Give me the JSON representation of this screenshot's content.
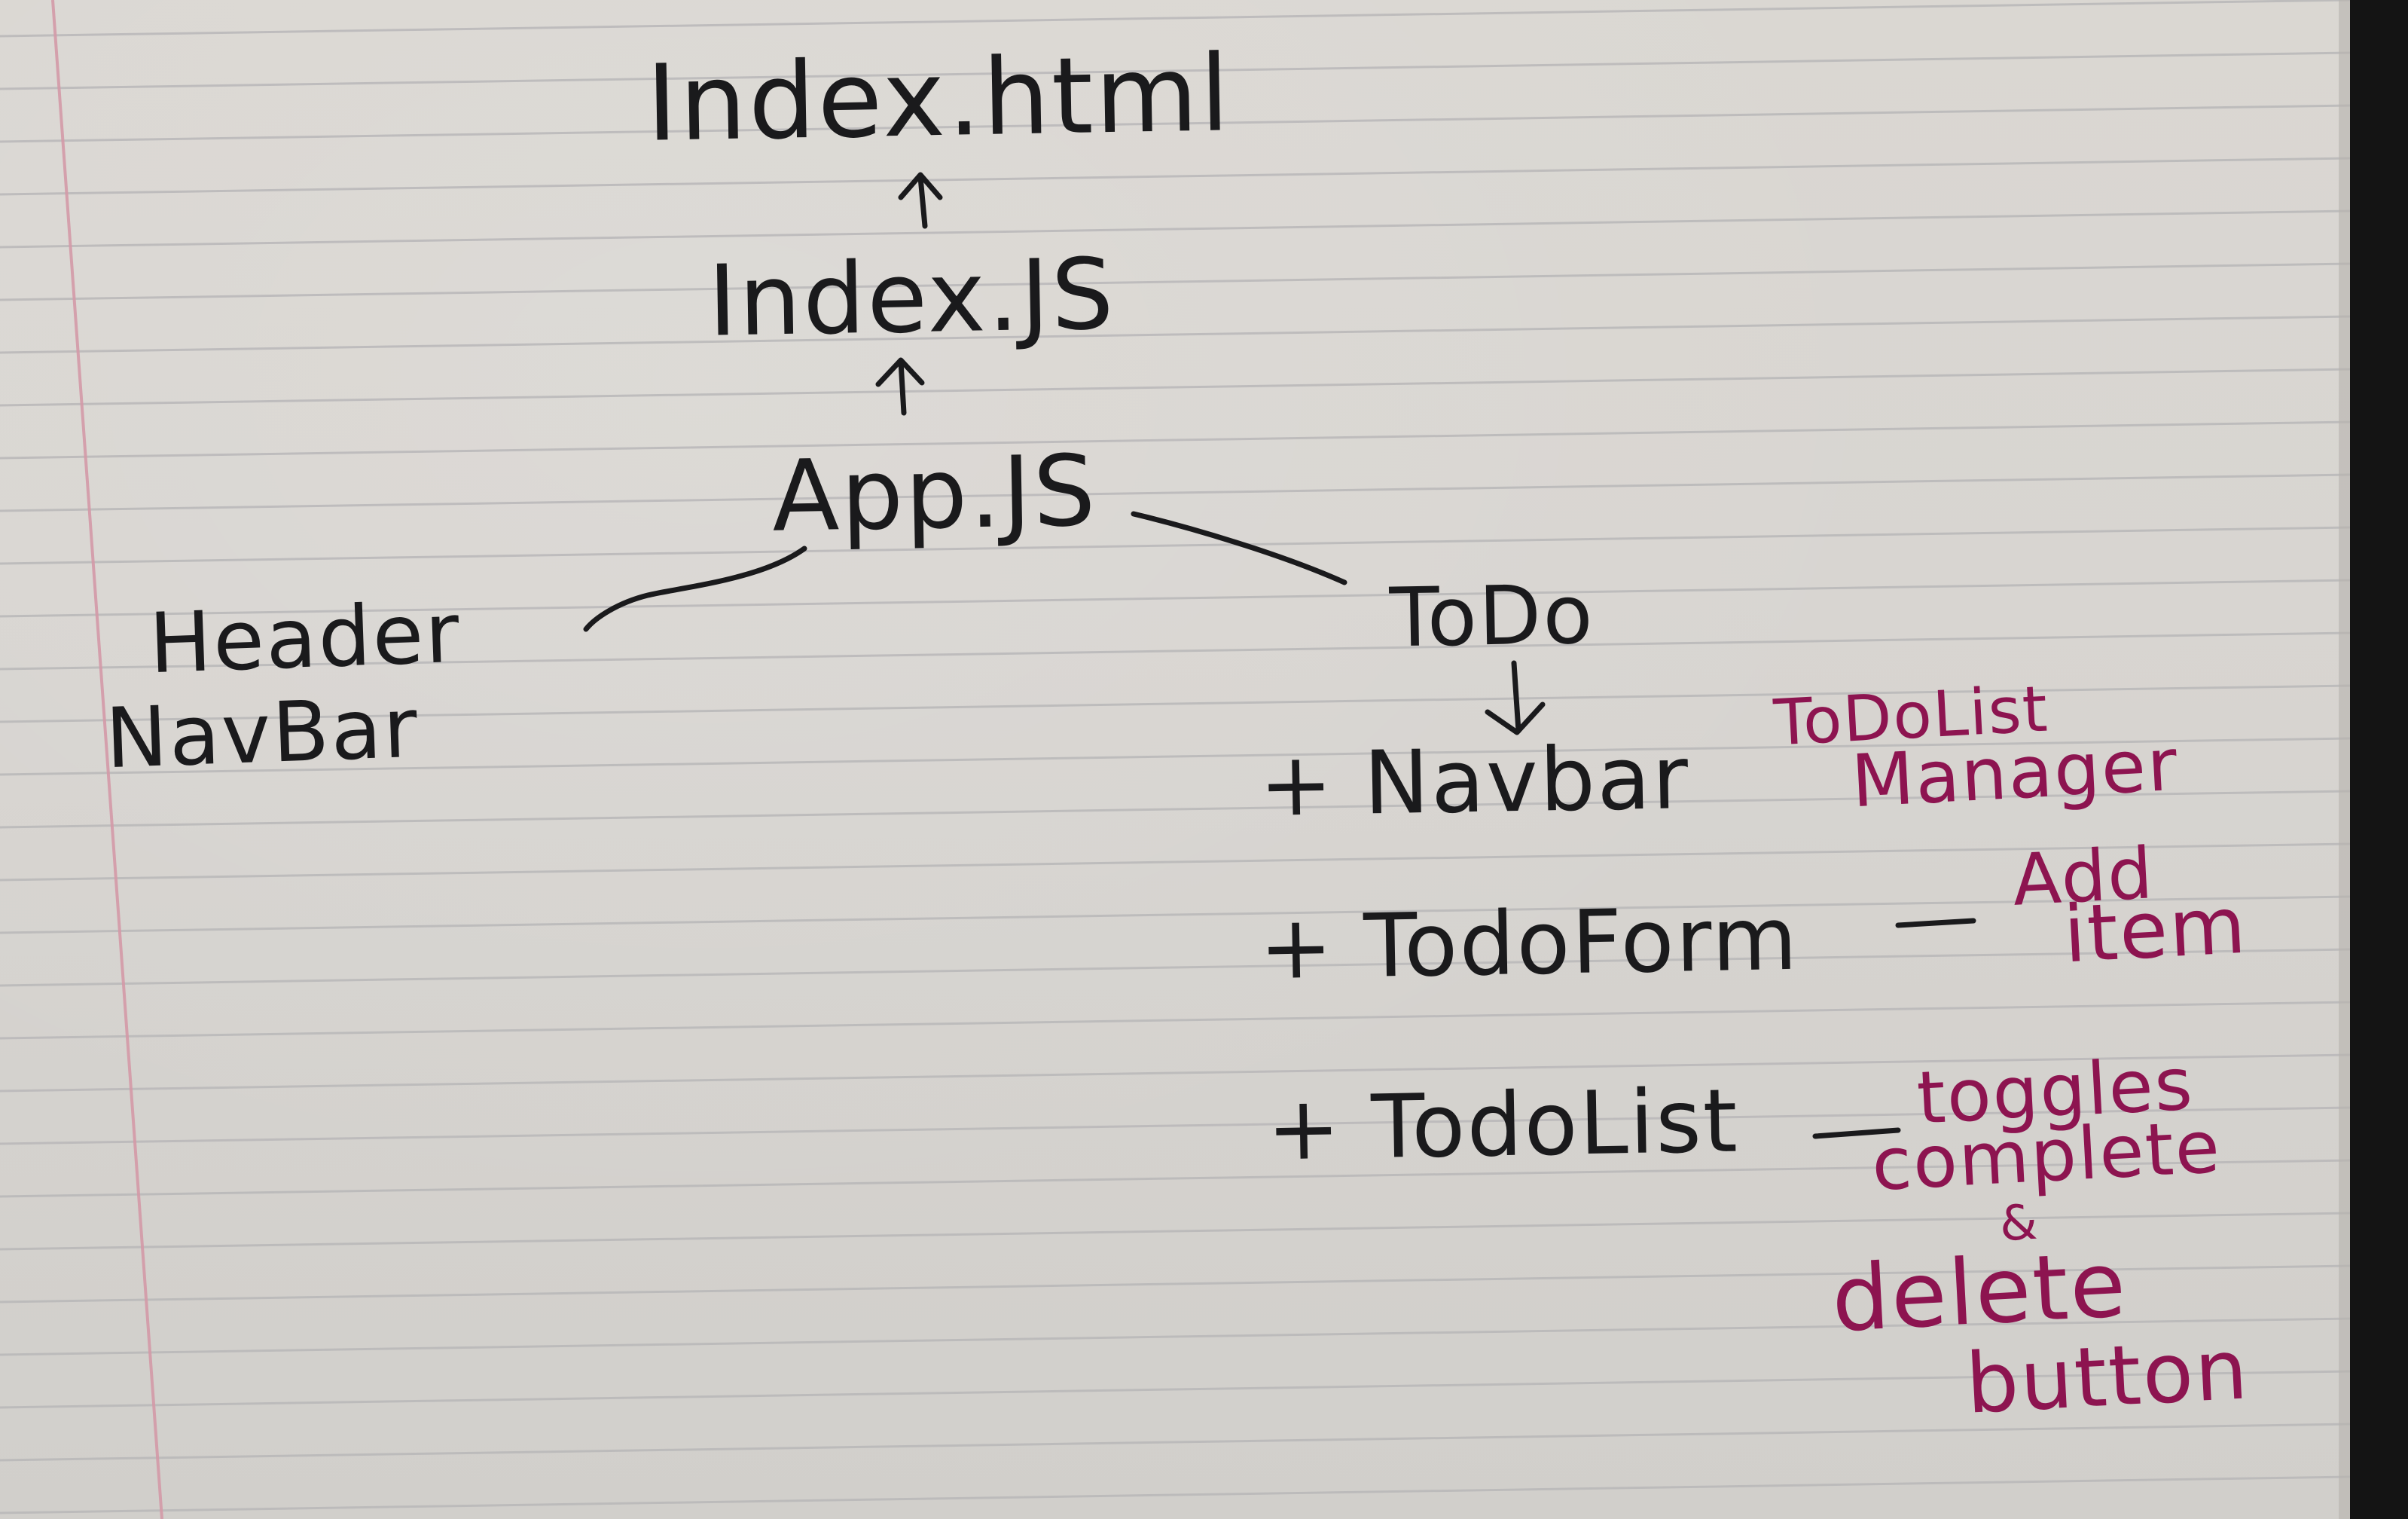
{
  "nodes": {
    "index_html": "Index.html",
    "index_js": "Index.JS",
    "app_js": "App.JS",
    "header": "Header",
    "navbar_left": "NavBar",
    "todo": "ToDo",
    "navbar_child": "+ Navbar",
    "todoform_child": "+ TodoForm",
    "todolist_child": "+ TodoList"
  },
  "notes": {
    "navbar_note_line1": "ToDoList",
    "navbar_note_line2": "Manager",
    "todoform_note_line1": "Add",
    "todoform_note_line2": "item",
    "todolist_note_line1": "toggles",
    "todolist_note_line2": "complete",
    "todolist_note_line3": "&",
    "todolist_note_line4": "delete",
    "todolist_note_line5": "button"
  },
  "colors": {
    "black_ink": "#1a1a1c",
    "pink_ink": "#8d1450",
    "paper": "#d8d5d1",
    "rule_line": "#b9b8b9",
    "margin_line": "#d49aa8"
  }
}
